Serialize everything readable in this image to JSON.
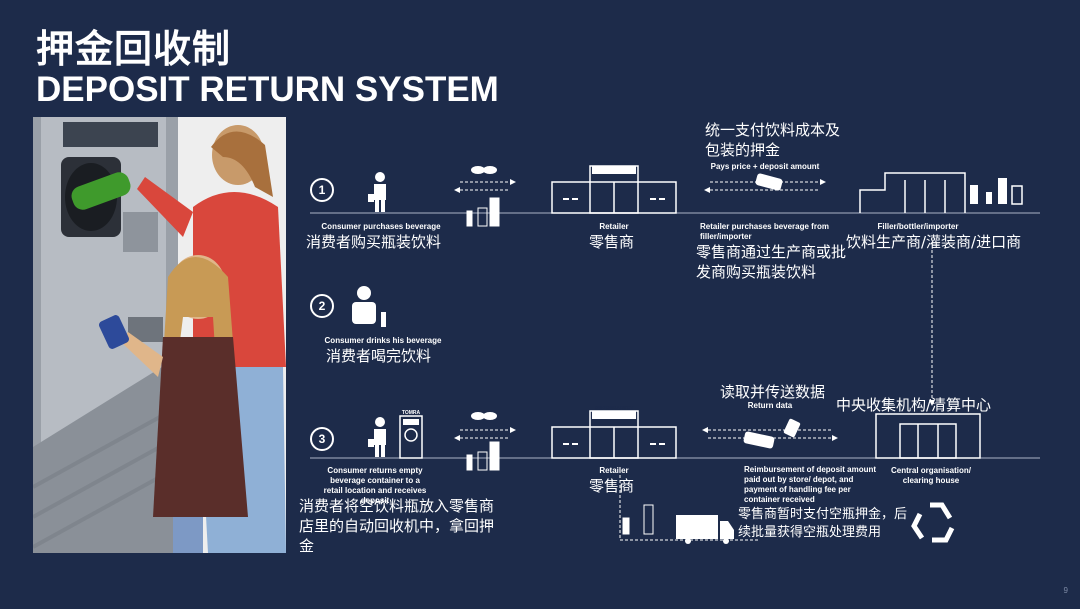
{
  "header": {
    "title_cn": "押金回收制",
    "title_en": "DEPOSIT RETURN SYSTEM"
  },
  "steps": [
    {
      "number": "1",
      "en": "Consumer purchases beverage",
      "cn": "消费者购买瓶装饮料"
    },
    {
      "number": "2",
      "en": "Consumer drinks his beverage",
      "cn": "消费者喝完饮料"
    },
    {
      "number": "3",
      "en": "Consumer returns empty beverage container to a retail location and receives deposit",
      "cn": "消费者将空饮料瓶放入零售商店里的自动回收机中，拿回押金"
    }
  ],
  "retailer_top": {
    "sign": "SUPERMARKET",
    "en": "Retailer",
    "cn": "零售商"
  },
  "retailer_bottom": {
    "sign": "SUPERMARKET",
    "en": "Retailer",
    "cn": "零售商"
  },
  "payment_top": {
    "cn": "统一支付饮料成本及包装的押金",
    "en": "Pays price + deposit amount"
  },
  "retailer_purchase": {
    "en": "Retailer purchases beverage from filler/importer",
    "cn": "零售商通过生产商或批发商购买瓶装饮料"
  },
  "filler": {
    "en": "Filler/bottler/importer",
    "cn": "饮料生产商/灌装商/进口商"
  },
  "return_data": {
    "cn": "读取并传送数据",
    "en": "Return data"
  },
  "central": {
    "cn": "中央收集机构/清算中心",
    "en": "Central organisation/ clearing house"
  },
  "reimbursement": {
    "en": "Reimbursement of deposit amount paid out by store/ depot, and payment of handling fee per container received"
  },
  "logistics": {
    "cn": "零售商暂时支付空瓶押金，后续批量获得空瓶处理费用"
  },
  "machine_label": "TOMRA",
  "page_number": "9",
  "colors": {
    "background": "#1d2b4a",
    "foreground": "#ffffff"
  }
}
